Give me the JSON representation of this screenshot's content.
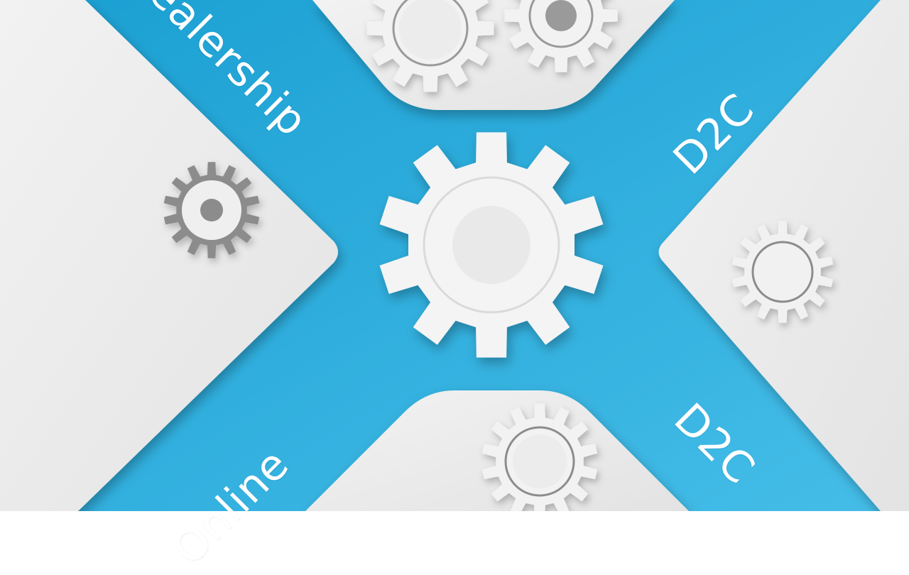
{
  "labels": {
    "top_left": "ealership",
    "top_right": "D2C",
    "bottom_right": "D2C",
    "bottom_left": "Online"
  },
  "colors": {
    "blue_light": "#45bde8",
    "blue_dark": "#0a8fc6",
    "panel": "#ececec",
    "panel_shadow": "#bfbfbf",
    "gear_white": "#f4f4f4",
    "gear_grey": "#8c8c8c"
  },
  "icons": [
    "center-gear-icon",
    "left-gear-icon",
    "right-gear-icon",
    "top-gears-icon",
    "bottom-gear-icon"
  ]
}
